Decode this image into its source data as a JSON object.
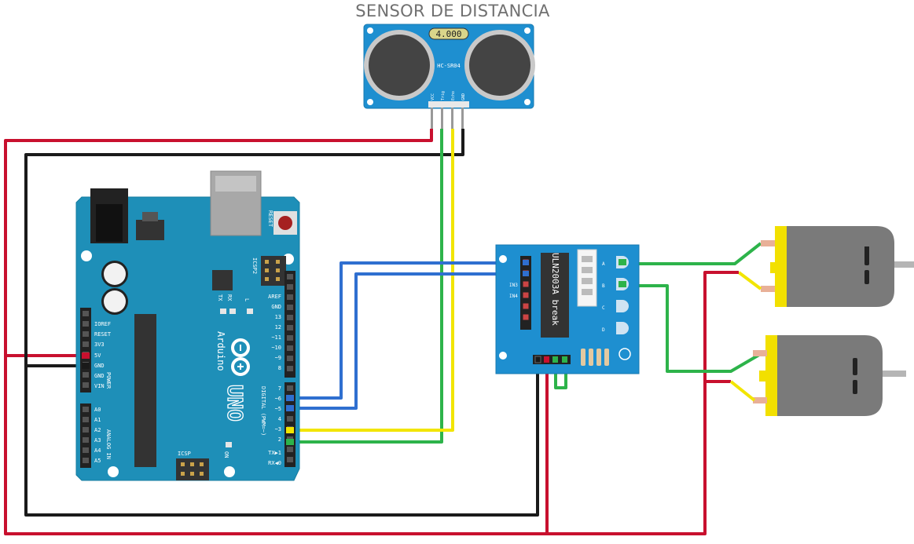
{
  "title": "SENSOR DE DISTANCIA",
  "colors": {
    "board_blue": "#1e8fb8",
    "wire_red": "#c8102e",
    "wire_black": "#1a1a1a",
    "wire_green": "#2db34a",
    "wire_yellow": "#f2e500",
    "wire_blue": "#2f6fd0",
    "motor_yellow": "#f2e000",
    "motor_gray": "#7a7a7a"
  },
  "sensor": {
    "display": "4.000",
    "model": "HC-SR04",
    "pins": [
      "VCC",
      "Trig",
      "Echo",
      "GND"
    ]
  },
  "arduino": {
    "reset_label": "RESET",
    "icsp2_label": "ICSP2",
    "aref": "AREF",
    "gnd": "GND",
    "digital_pins": [
      "13",
      "12",
      "~11",
      "~10",
      "~9",
      "8",
      "7",
      "~6",
      "~5",
      "4",
      "~3",
      "2",
      "TX▶1",
      "RX◀0"
    ],
    "power_pins": [
      "IOREF",
      "RESET",
      "3V3",
      "5V",
      "GND",
      "GND",
      "VIN"
    ],
    "analog_pins": [
      "A0",
      "A1",
      "A2",
      "A3",
      "A4",
      "A5"
    ],
    "power_label": "POWER",
    "analog_label": "ANALOG IN",
    "digital_label": "DIGITAL (PWM=~)",
    "brand": "Arduino",
    "model": "UNO",
    "icsp_label": "ICSP",
    "on_label": "ON",
    "tx_label": "TX",
    "rx_label": "RX",
    "l_label": "L"
  },
  "driver": {
    "chip_label": "ULN2003A break",
    "in_labels": [
      "IN3",
      "IN4"
    ],
    "led_labels": [
      "A",
      "B",
      "C",
      "D"
    ]
  },
  "motors": [
    "motor-1",
    "motor-2"
  ]
}
